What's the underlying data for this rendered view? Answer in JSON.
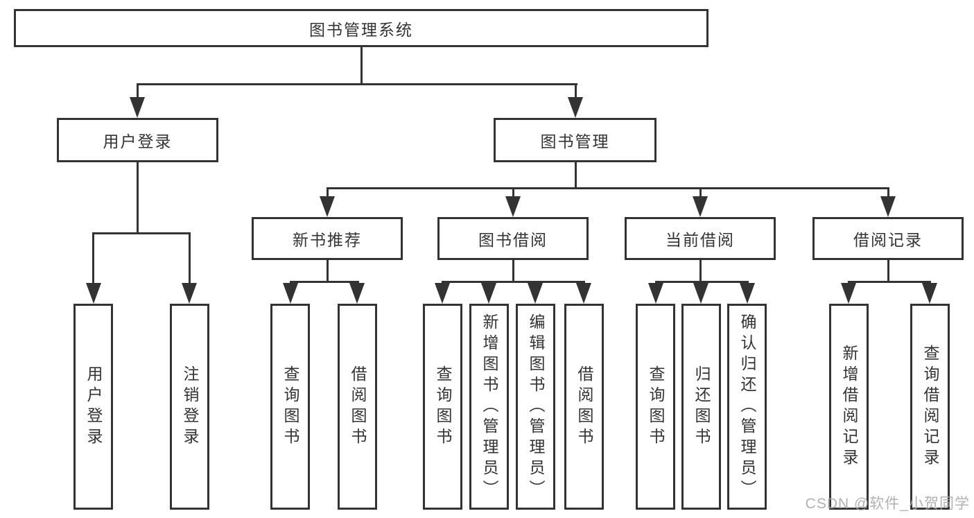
{
  "diagram_type": "hierarchy-tree",
  "colors": {
    "line": "#333333",
    "box_border": "#333333",
    "text": "#333333",
    "background": "#ffffff",
    "watermark": "#a9a9a9"
  },
  "tree": {
    "label": "图书管理系统",
    "children": [
      {
        "label": "用户登录",
        "children": [
          {
            "label": "用户登录"
          },
          {
            "label": "注销登录"
          }
        ]
      },
      {
        "label": "图书管理",
        "children": [
          {
            "label": "新书推荐",
            "children": [
              {
                "label": "查询图书"
              },
              {
                "label": "借阅图书"
              }
            ]
          },
          {
            "label": "图书借阅",
            "children": [
              {
                "label": "查询图书"
              },
              {
                "label": "新增图书（管理员）"
              },
              {
                "label": "编辑图书（管理员）"
              },
              {
                "label": "借阅图书"
              }
            ]
          },
          {
            "label": "当前借阅",
            "children": [
              {
                "label": "查询图书"
              },
              {
                "label": "归还图书"
              },
              {
                "label": "确认归还（管理员）"
              }
            ]
          },
          {
            "label": "借阅记录",
            "children": [
              {
                "label": "新增借阅记录"
              },
              {
                "label": "查询借阅记录"
              }
            ]
          }
        ]
      }
    ]
  },
  "watermark": {
    "text": "CSDN @软件_小贺同学"
  }
}
